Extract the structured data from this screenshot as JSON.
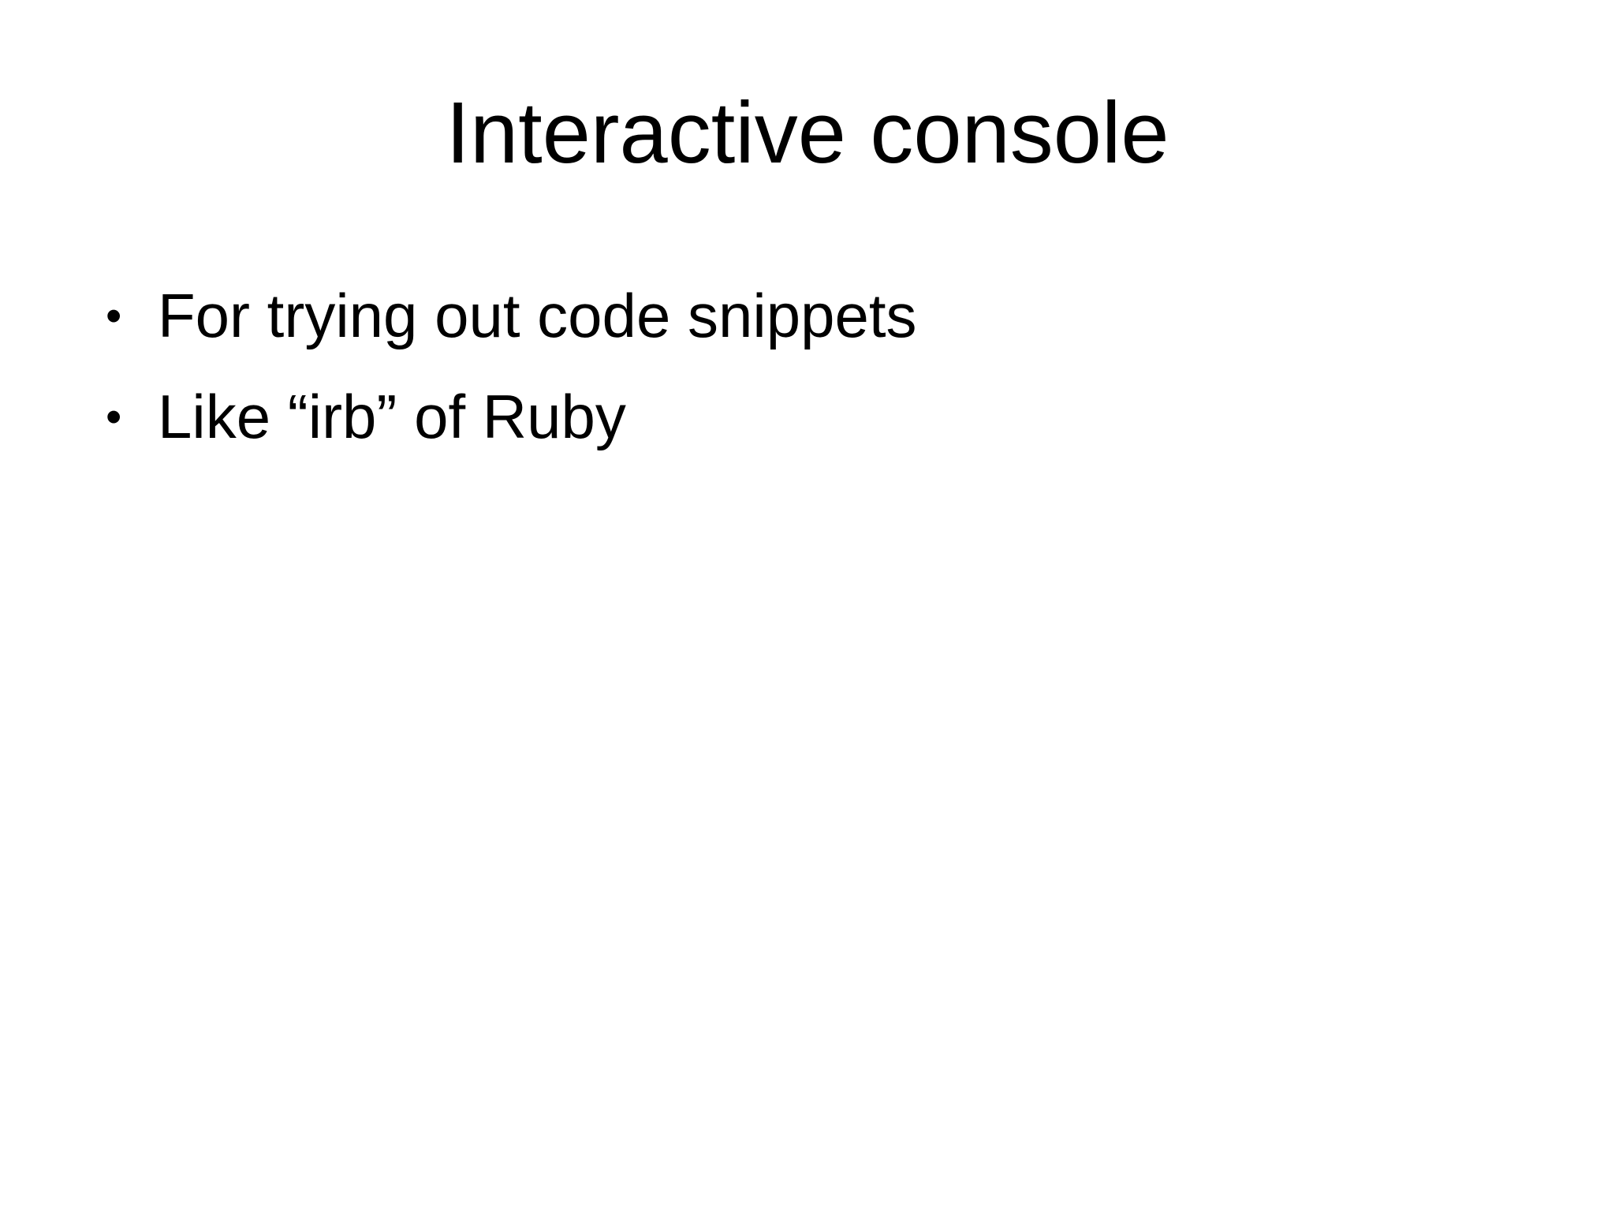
{
  "slide": {
    "title": "Interactive console",
    "bullets": [
      {
        "text": "For trying out code snippets"
      },
      {
        "text": "Like “irb” of Ruby"
      }
    ],
    "bullet_marker": "•",
    "colors": {
      "background": "#ffffff",
      "text": "#000000"
    }
  }
}
